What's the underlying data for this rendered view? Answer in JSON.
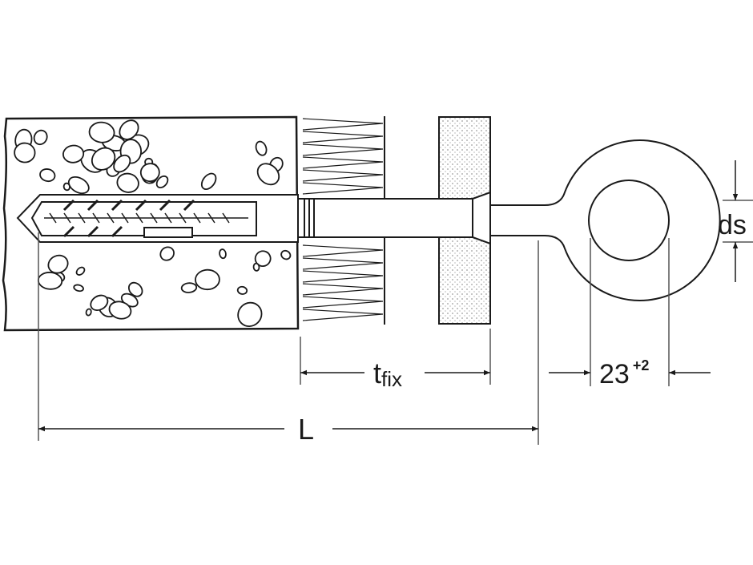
{
  "labels": {
    "tfix_main": "t",
    "tfix_sub": "fix",
    "length": "L",
    "ring_width": "23",
    "ring_tolerance": "+2",
    "diameter_main": "d",
    "diameter_sub": "s"
  },
  "colors": {
    "line": "#1a1a1a",
    "dim": "#555555",
    "background": "#ffffff"
  }
}
